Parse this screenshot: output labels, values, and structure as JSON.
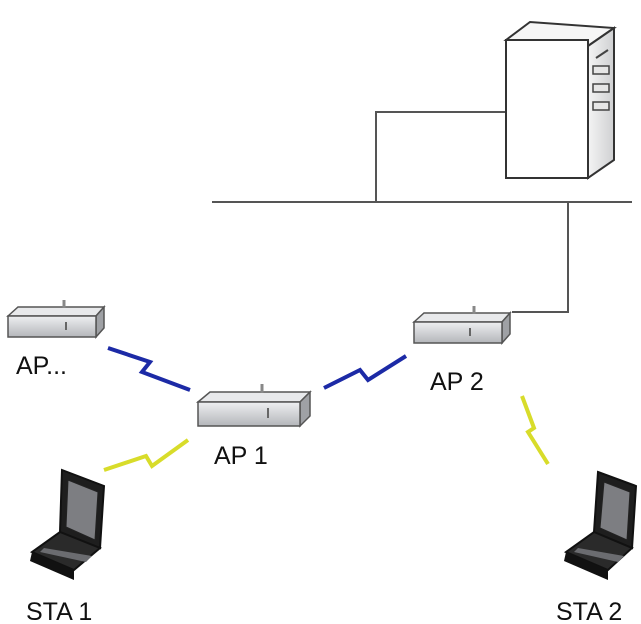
{
  "labels": {
    "ap_other": "AP...",
    "ap1": "AP 1",
    "ap2": "AP 2",
    "sta1": "STA 1",
    "sta2": "STA 2"
  },
  "colors": {
    "wire": "#555555",
    "link_ap": "#1c2aa6",
    "link_sta": "#d8dc2a",
    "device_body": "#c9cacd",
    "device_top": "#e6e7e9",
    "laptop_body": "#2a2a2a"
  },
  "icons": {
    "server": "server-tower-icon",
    "access_point": "access-point-icon",
    "laptop": "laptop-icon"
  }
}
